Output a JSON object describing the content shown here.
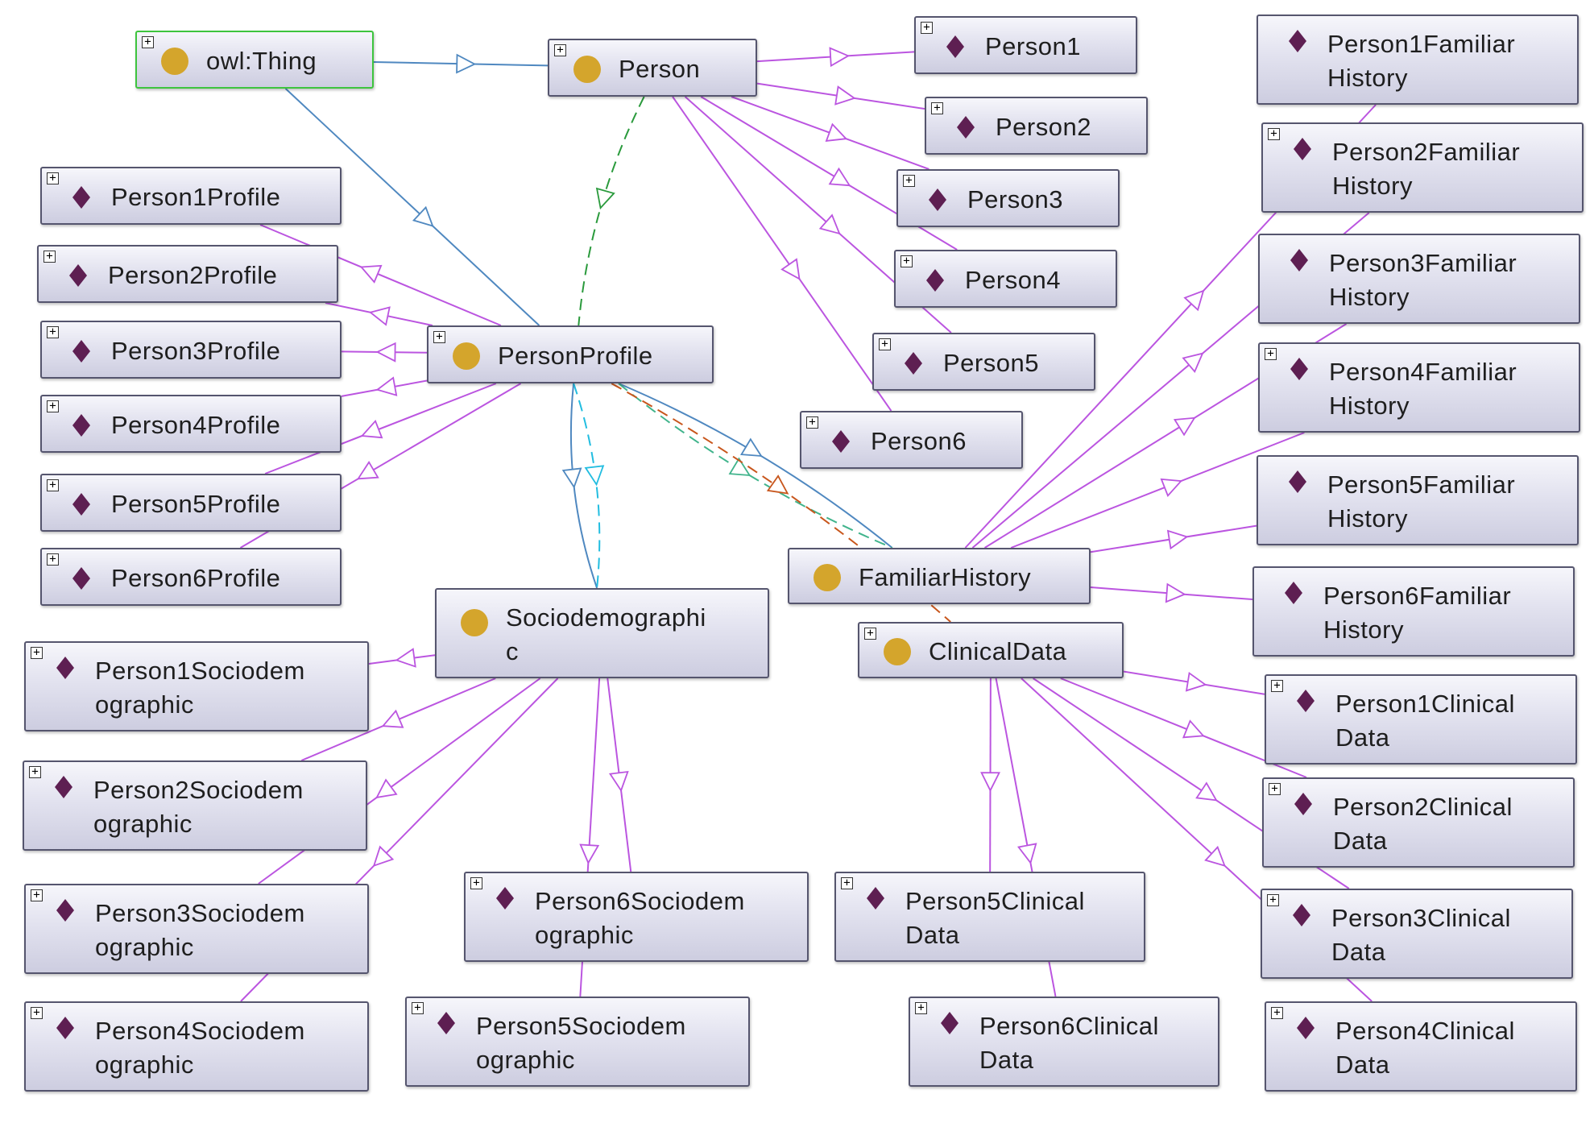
{
  "diagram": {
    "colors": {
      "individual_edge": "#bb55e0",
      "subclass_edge": "#4f88c0",
      "property_edge_green": "#2a9a3c",
      "property_edge_cyan": "#22bde0",
      "property_edge_orange": "#c8561c",
      "property_edge_teal": "#41b48c",
      "class_icon": "#d4a52c",
      "individual_icon": "#5e1f52",
      "root_border": "#3ec43e"
    },
    "nodes": [
      {
        "id": "owl_thing",
        "kind": "class",
        "label": "owl:Thing",
        "expand": "+",
        "root": true
      },
      {
        "id": "person",
        "kind": "class",
        "label": "Person",
        "expand": "+"
      },
      {
        "id": "person_profile",
        "kind": "class",
        "label": "PersonProfile",
        "expand": "+"
      },
      {
        "id": "sociodemographic",
        "kind": "class",
        "label": "Sociodemographi\nc",
        "expand": ""
      },
      {
        "id": "familiar_history",
        "kind": "class",
        "label": "FamiliarHistory",
        "expand": ""
      },
      {
        "id": "clinical_data",
        "kind": "class",
        "label": "ClinicalData",
        "expand": "+"
      },
      {
        "id": "person1",
        "kind": "individual",
        "label": "Person1",
        "expand": "+"
      },
      {
        "id": "person2",
        "kind": "individual",
        "label": "Person2",
        "expand": "+"
      },
      {
        "id": "person3",
        "kind": "individual",
        "label": "Person3",
        "expand": "+"
      },
      {
        "id": "person4",
        "kind": "individual",
        "label": "Person4",
        "expand": "+"
      },
      {
        "id": "person5",
        "kind": "individual",
        "label": "Person5",
        "expand": "+"
      },
      {
        "id": "person6",
        "kind": "individual",
        "label": "Person6",
        "expand": "+"
      },
      {
        "id": "p1_profile",
        "kind": "individual",
        "label": "Person1Profile",
        "expand": "+"
      },
      {
        "id": "p2_profile",
        "kind": "individual",
        "label": "Person2Profile",
        "expand": "+"
      },
      {
        "id": "p3_profile",
        "kind": "individual",
        "label": "Person3Profile",
        "expand": "+"
      },
      {
        "id": "p4_profile",
        "kind": "individual",
        "label": "Person4Profile",
        "expand": "+"
      },
      {
        "id": "p5_profile",
        "kind": "individual",
        "label": "Person5Profile",
        "expand": "+"
      },
      {
        "id": "p6_profile",
        "kind": "individual",
        "label": "Person6Profile",
        "expand": "+"
      },
      {
        "id": "p1_familiar",
        "kind": "individual",
        "label": "Person1Familiar\nHistory",
        "expand": ""
      },
      {
        "id": "p2_familiar",
        "kind": "individual",
        "label": "Person2Familiar\nHistory",
        "expand": "+"
      },
      {
        "id": "p3_familiar",
        "kind": "individual",
        "label": "Person3Familiar\nHistory",
        "expand": ""
      },
      {
        "id": "p4_familiar",
        "kind": "individual",
        "label": "Person4Familiar\nHistory",
        "expand": "+"
      },
      {
        "id": "p5_familiar",
        "kind": "individual",
        "label": "Person5Familiar\nHistory",
        "expand": ""
      },
      {
        "id": "p6_familiar",
        "kind": "individual",
        "label": "Person6Familiar\nHistory",
        "expand": ""
      },
      {
        "id": "p1_socio",
        "kind": "individual",
        "label": "Person1Sociodem\nographic",
        "expand": "+"
      },
      {
        "id": "p2_socio",
        "kind": "individual",
        "label": "Person2Sociodem\nographic",
        "expand": "+"
      },
      {
        "id": "p3_socio",
        "kind": "individual",
        "label": "Person3Sociodem\nographic",
        "expand": "+"
      },
      {
        "id": "p4_socio",
        "kind": "individual",
        "label": "Person4Sociodem\nographic",
        "expand": "+"
      },
      {
        "id": "p5_socio",
        "kind": "individual",
        "label": "Person5Sociodem\nographic",
        "expand": "+"
      },
      {
        "id": "p6_socio",
        "kind": "individual",
        "label": "Person6Sociodem\nographic",
        "expand": "+"
      },
      {
        "id": "p1_clinical",
        "kind": "individual",
        "label": "Person1Clinical\nData",
        "expand": "+"
      },
      {
        "id": "p2_clinical",
        "kind": "individual",
        "label": "Person2Clinical\nData",
        "expand": "+"
      },
      {
        "id": "p3_clinical",
        "kind": "individual",
        "label": "Person3Clinical\nData",
        "expand": "+"
      },
      {
        "id": "p4_clinical",
        "kind": "individual",
        "label": "Person4Clinical\nData",
        "expand": "+"
      },
      {
        "id": "p5_clinical",
        "kind": "individual",
        "label": "Person5Clinical\nData",
        "expand": "+"
      },
      {
        "id": "p6_clinical",
        "kind": "individual",
        "label": "Person6Clinical\nData",
        "expand": "+"
      }
    ],
    "edges": [
      {
        "from": "owl_thing",
        "to": "person",
        "type": "subclass"
      },
      {
        "from": "owl_thing",
        "to": "person_profile",
        "type": "subclass"
      },
      {
        "from": "person",
        "to": "person_profile",
        "type": "property",
        "color": "property_edge_green"
      },
      {
        "from": "person_profile",
        "to": "familiar_history",
        "type": "subclass"
      },
      {
        "from": "person_profile",
        "to": "sociodemographic",
        "type": "subclass"
      },
      {
        "from": "person_profile",
        "to": "sociodemographic",
        "type": "property",
        "color": "property_edge_cyan"
      },
      {
        "from": "person_profile",
        "to": "familiar_history",
        "type": "property",
        "color": "property_edge_teal"
      },
      {
        "from": "person_profile",
        "to": "clinical_data",
        "type": "property",
        "color": "property_edge_orange"
      },
      {
        "from": "person",
        "to": "person1",
        "type": "individual"
      },
      {
        "from": "person",
        "to": "person2",
        "type": "individual"
      },
      {
        "from": "person",
        "to": "person3",
        "type": "individual"
      },
      {
        "from": "person",
        "to": "person4",
        "type": "individual"
      },
      {
        "from": "person",
        "to": "person5",
        "type": "individual"
      },
      {
        "from": "person",
        "to": "person6",
        "type": "individual"
      },
      {
        "from": "person_profile",
        "to": "p1_profile",
        "type": "individual"
      },
      {
        "from": "person_profile",
        "to": "p2_profile",
        "type": "individual"
      },
      {
        "from": "person_profile",
        "to": "p3_profile",
        "type": "individual"
      },
      {
        "from": "person_profile",
        "to": "p4_profile",
        "type": "individual"
      },
      {
        "from": "person_profile",
        "to": "p5_profile",
        "type": "individual"
      },
      {
        "from": "person_profile",
        "to": "p6_profile",
        "type": "individual"
      },
      {
        "from": "familiar_history",
        "to": "p1_familiar",
        "type": "individual"
      },
      {
        "from": "familiar_history",
        "to": "p2_familiar",
        "type": "individual"
      },
      {
        "from": "familiar_history",
        "to": "p3_familiar",
        "type": "individual"
      },
      {
        "from": "familiar_history",
        "to": "p4_familiar",
        "type": "individual"
      },
      {
        "from": "familiar_history",
        "to": "p5_familiar",
        "type": "individual"
      },
      {
        "from": "familiar_history",
        "to": "p6_familiar",
        "type": "individual"
      },
      {
        "from": "sociodemographic",
        "to": "p1_socio",
        "type": "individual"
      },
      {
        "from": "sociodemographic",
        "to": "p2_socio",
        "type": "individual"
      },
      {
        "from": "sociodemographic",
        "to": "p3_socio",
        "type": "individual"
      },
      {
        "from": "sociodemographic",
        "to": "p4_socio",
        "type": "individual"
      },
      {
        "from": "sociodemographic",
        "to": "p5_socio",
        "type": "individual"
      },
      {
        "from": "sociodemographic",
        "to": "p6_socio",
        "type": "individual"
      },
      {
        "from": "clinical_data",
        "to": "p1_clinical",
        "type": "individual"
      },
      {
        "from": "clinical_data",
        "to": "p2_clinical",
        "type": "individual"
      },
      {
        "from": "clinical_data",
        "to": "p3_clinical",
        "type": "individual"
      },
      {
        "from": "clinical_data",
        "to": "p4_clinical",
        "type": "individual"
      },
      {
        "from": "clinical_data",
        "to": "p5_clinical",
        "type": "individual"
      },
      {
        "from": "clinical_data",
        "to": "p6_clinical",
        "type": "individual"
      }
    ]
  }
}
